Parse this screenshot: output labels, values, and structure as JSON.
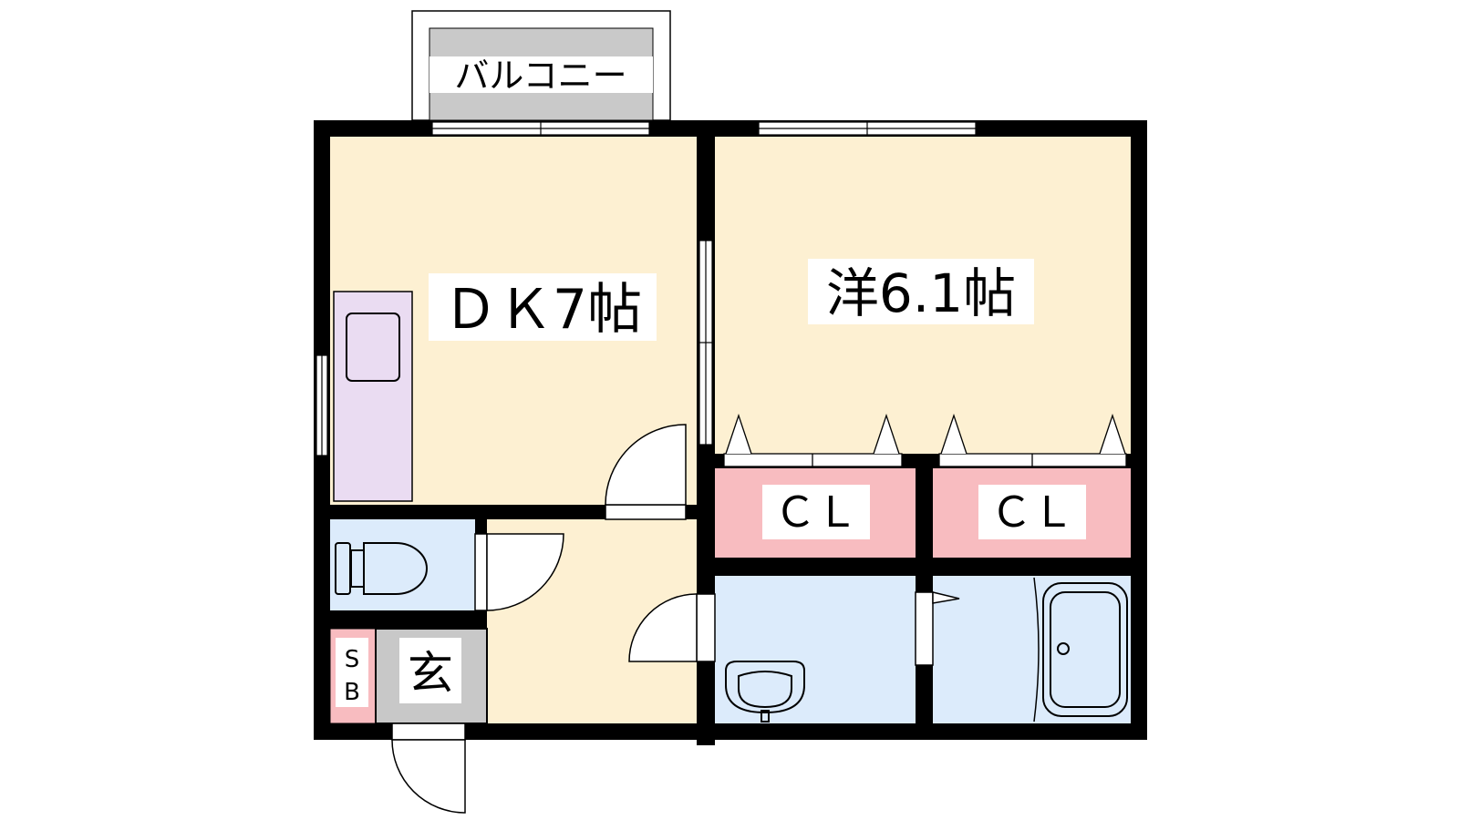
{
  "floor_plan": {
    "balcony": "バルコニー",
    "rooms": {
      "dk": "ＤＫ7帖",
      "western": "洋6.1帖",
      "closet_1": "ＣＬ",
      "closet_2": "ＣＬ",
      "entrance": "玄",
      "shoe_box": [
        "S",
        "B"
      ]
    }
  },
  "colors": {
    "wall": "#000000",
    "room_floor": "#fdf0d2",
    "closet": "#f8bcc0",
    "wet_area": "#dcebfb",
    "entrance": "#c8c8c8",
    "kitchen": "#eadcf2",
    "shoe_box": "#f8bcc0",
    "balcony": "#c9c9c9"
  }
}
